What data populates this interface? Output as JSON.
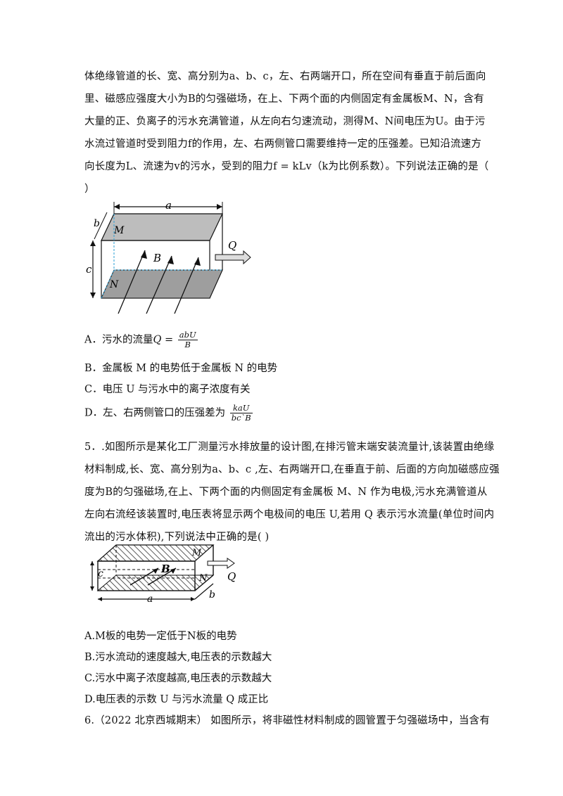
{
  "q4": {
    "lines": [
      "体绝缘管道的长、宽、高分别为a、b、c，左、右两端开口，所在空间有垂直于前后面向",
      "里、磁感应强度大小为B的匀强磁场，在上、下两个面的内侧固定有金属板M、N，含有",
      "大量的正、负离子的污水充满管道，从左向右匀速流动，测得M、N间电压为U。由于污",
      "水流过管道时受到阻力f的作用，左、右两侧管口需要维持一定的压强差。已知沿流速方",
      "向长度为L、流速为v的污水，受到的阻力f = kLv（k为比例系数）。下列说法正确的是（",
      "）"
    ],
    "figure": {
      "label_a": "a",
      "label_b": "b",
      "label_c": "c",
      "label_M": "M",
      "label_N": "N",
      "label_B": "B",
      "label_Q": "Q"
    },
    "options": {
      "A": {
        "text": "A．污水的流量",
        "formula_lhs": "Q =",
        "num": "abU",
        "den": "B"
      },
      "B": {
        "text": "B．金属板 M 的电势低于金属板 N 的电势"
      },
      "C": {
        "text": "C．电压 U 与污水中的离子浓度有关"
      },
      "D": {
        "text": "D．左、右两侧管口的压强差为",
        "num": "kaU",
        "den": "bc`B"
      }
    }
  },
  "q5": {
    "lines": [
      "5．.如图所示是某化工厂测量污水排放量的设计图,在排污管末端安装流量计,该装置由绝缘",
      "材料制成,长、宽、高分别为a、b、c ,左、右两端开口,在垂直于前、后面的方向加磁感应强",
      "度为B的匀强磁场,在上、下两个面的内侧固定有金属板 M、N 作为电极,污水充满管道从",
      "左向右流经该装置时,电压表将显示两个电极间的电压 U,若用 Q 表示污水流量(单位时间内",
      "流出的污水体积),下列说法中正确的是(     )"
    ],
    "figure": {
      "label_a": "a",
      "label_b": "b",
      "label_c": "c",
      "label_M": "M",
      "label_N": "N",
      "label_B": "B",
      "label_Q": "Q"
    },
    "options": [
      "A.M板的电势一定低于N板的电势",
      "B.污水流动的速度越大,电压表的示数越大",
      "C.污水中离子浓度越高,电压表的示数越大",
      "D.电压表的示数 U 与污水流量 Q 成正比"
    ]
  },
  "q6": {
    "line": "6.（2022 北京西城期末） 如图所示，将非磁性材料制成的圆管置于匀强磁场中，当含有"
  }
}
